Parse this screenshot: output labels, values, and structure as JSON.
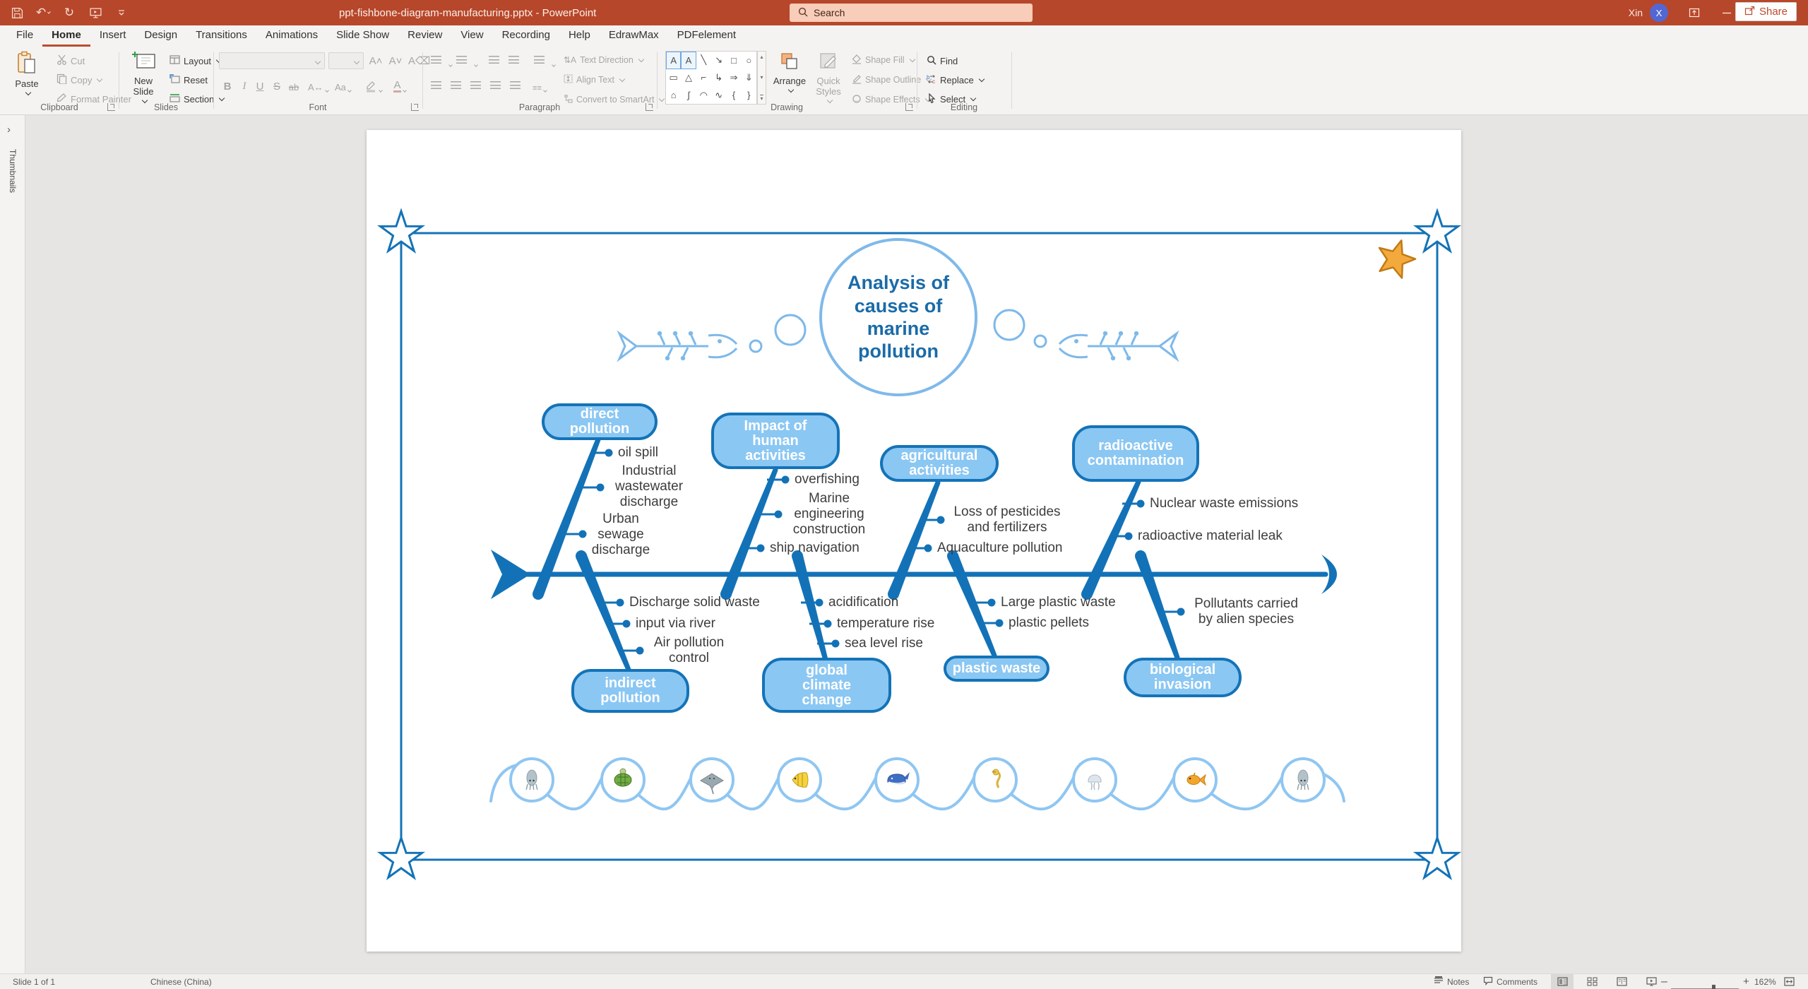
{
  "app": {
    "name": "PowerPoint"
  },
  "titlebar": {
    "filename": "ppt-fishbone-diagram-manufacturing.pptx - PowerPoint",
    "search_placeholder": "Search",
    "user_name": "Xin",
    "user_initial": "X"
  },
  "ribbon": {
    "tabs": [
      "File",
      "Home",
      "Insert",
      "Design",
      "Transitions",
      "Animations",
      "Slide Show",
      "Review",
      "View",
      "Recording",
      "Help",
      "EdrawMax",
      "PDFelement"
    ],
    "active_tab": "Home",
    "share_label": "Share",
    "clipboard": {
      "label": "Clipboard",
      "paste": "Paste",
      "cut": "Cut",
      "copy": "Copy",
      "format_painter": "Format Painter"
    },
    "slides": {
      "label": "Slides",
      "new_slide": "New Slide",
      "layout": "Layout",
      "reset": "Reset",
      "section": "Section"
    },
    "font": {
      "label": "Font"
    },
    "paragraph": {
      "label": "Paragraph",
      "text_direction": "Text Direction",
      "align_text": "Align Text",
      "convert_smartart": "Convert to SmartArt"
    },
    "drawing": {
      "label": "Drawing",
      "arrange": "Arrange",
      "quick_styles": "Quick Styles",
      "shape_fill": "Shape Fill",
      "shape_outline": "Shape Outline",
      "shape_effects": "Shape Effects"
    },
    "editing": {
      "label": "Editing",
      "find": "Find",
      "replace": "Replace",
      "select": "Select"
    }
  },
  "thumbnails_panel": {
    "label": "Thumbnails"
  },
  "statusbar": {
    "slide_indicator": "Slide 1 of 1",
    "language": "Chinese (China)",
    "notes_label": "Notes",
    "comments_label": "Comments",
    "zoom_level": "162%"
  },
  "slide": {
    "title": "Analysis of causes of marine pollution",
    "ribs_top": [
      {
        "category": "direct pollution",
        "causes": [
          "oil spill",
          "Industrial wastewater discharge",
          "Urban sewage discharge"
        ]
      },
      {
        "category": "Impact of human activities",
        "causes": [
          "overfishing",
          "Marine engineering construction",
          "ship navigation"
        ]
      },
      {
        "category": "agricultural activities",
        "causes": [
          "Loss of pesticides and fertilizers",
          "Aquaculture pollution"
        ]
      },
      {
        "category": "radioactive contamination",
        "causes": [
          "Nuclear waste emissions",
          "radioactive material leak"
        ]
      }
    ],
    "ribs_bottom": [
      {
        "category": "indirect pollution",
        "causes": [
          "Discharge solid waste",
          "input via river",
          "Air pollution control"
        ]
      },
      {
        "category": "global climate change",
        "causes": [
          "acidification",
          "temperature rise",
          "sea level rise"
        ]
      },
      {
        "category": "plastic waste",
        "causes": [
          "Large plastic waste",
          "plastic pellets"
        ]
      },
      {
        "category": "biological invasion",
        "causes": [
          "Pollutants carried by alien species"
        ]
      }
    ],
    "sea_creatures": [
      "squid",
      "turtle",
      "stingray",
      "tropical-fish",
      "whale",
      "seahorse",
      "jellyfish",
      "goldfish",
      "squid"
    ],
    "colors": {
      "bone": "#1372B7",
      "category_fill": "#8BC7F3",
      "category_border": "#1473B7",
      "title_text": "#1A6BA8",
      "decor_light": "#7DB9EA",
      "wave": "#8FC6F2",
      "cause_text": "#3D3D3D",
      "starfish": "#F4A93D"
    }
  }
}
